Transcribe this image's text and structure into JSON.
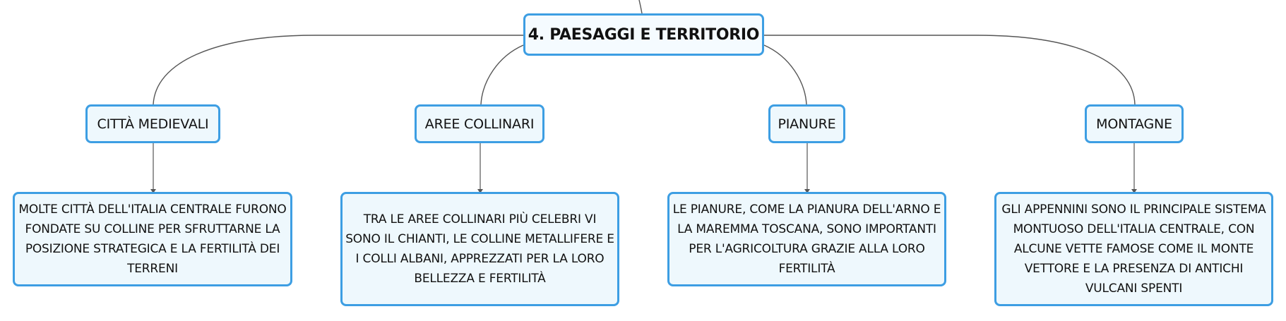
{
  "diagram": {
    "type": "mind-map",
    "root": {
      "label": "4. PAESAGGI E TERRITORIO"
    },
    "branches": [
      {
        "label": "CITTÀ MEDIEVALI",
        "detail": "MOLTE CITTÀ DELL'ITALIA CENTRALE FURONO FONDATE SU COLLINE PER SFRUTTARNE LA POSIZIONE STRATEGICA E LA FERTILITÀ DEI TERRENI"
      },
      {
        "label": "AREE COLLINARI",
        "detail": "TRA LE AREE COLLINARI PIÙ CELEBRI VI SONO IL CHIANTI, LE COLLINE METALLIFERE E I COLLI ALBANI, APPREZZATI PER LA LORO BELLEZZA E FERTILITÀ"
      },
      {
        "label": "PIANURE",
        "detail": "LE PIANURE, COME LA PIANURA DELL'ARNO E LA MAREMMA TOSCANA, SONO IMPORTANTI PER L'AGRICOLTURA GRAZIE ALLA LORO FERTILITÀ"
      },
      {
        "label": "MONTAGNE",
        "detail": "GLI APPENNINI SONO IL PRINCIPALE SISTEMA MONTUOSO DELL'ITALIA CENTRALE, CON ALCUNE VETTE FAMOSE COME IL MONTE VETTORE E LA PRESENZA DI ANTICHI VULCANI SPENTI"
      }
    ],
    "colors": {
      "node_border": "#3d9ee3",
      "node_fill": "#eef8fd",
      "connector": "#555555",
      "text": "#111111"
    }
  }
}
